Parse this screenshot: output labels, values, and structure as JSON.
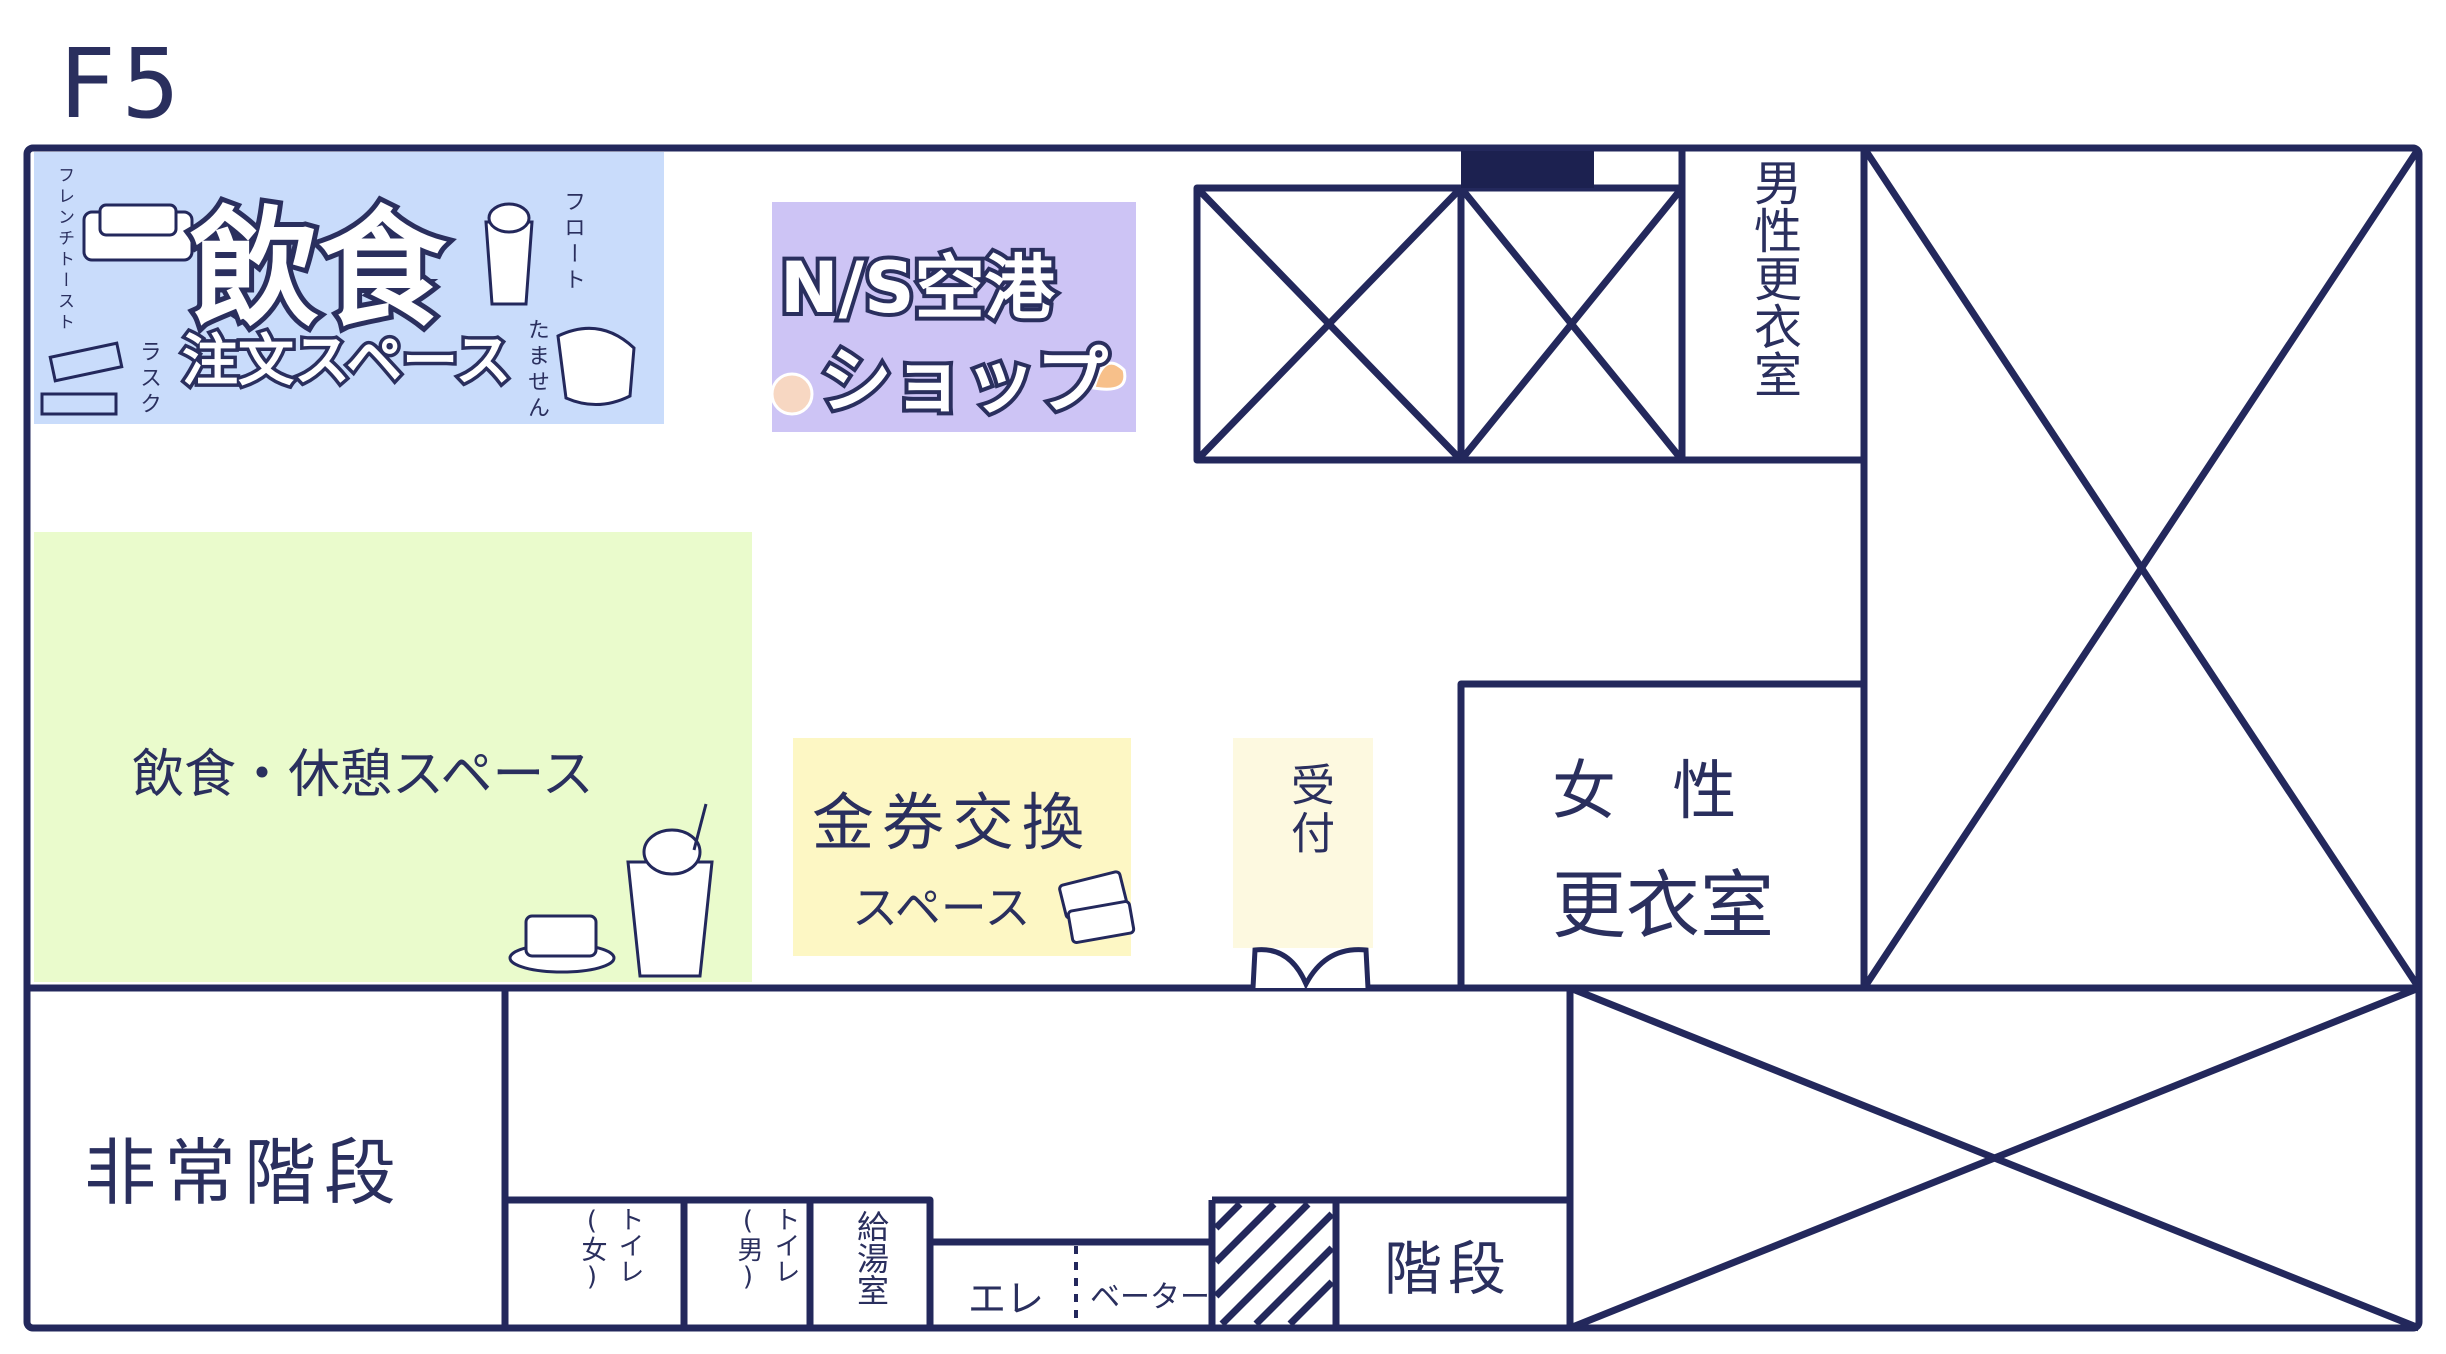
{
  "floor_label": "F5",
  "colors": {
    "wall": "#23285c",
    "food_order_bg": "#c9dcfb",
    "shop_bg": "#cdc4f5",
    "rest_bg": "#eafbcc",
    "ticket_bg": "#fdf7c4",
    "reception_bg": "#fdf9e0",
    "accent_door": "#1c2150"
  },
  "rooms": {
    "food_order": {
      "title": "飲食",
      "subtitle": "注文スペース",
      "items": [
        "フレンチトースト",
        "フロート",
        "ラスク",
        "たません"
      ]
    },
    "shop": {
      "line1": "N/S空港",
      "line2": "ショップ"
    },
    "rest_area": {
      "label": "飲食・休憩スペース"
    },
    "ticket_exchange": {
      "line1": "金券交換",
      "line2": "スペース"
    },
    "reception": {
      "label": "受付"
    },
    "male_locker": {
      "label": "男性更衣室"
    },
    "female_locker": {
      "line1": "女 性",
      "line2": "更衣室"
    },
    "emergency_stairs": {
      "label": "非常階段"
    },
    "toilet_f": {
      "label": "トイレ(女)"
    },
    "toilet_m": {
      "label": "トイレ(男)"
    },
    "kitchenette": {
      "label": "給湯室"
    },
    "elevator": {
      "part1": "エレ",
      "part2": "ベーター"
    },
    "stairs": {
      "label": "階段"
    }
  }
}
